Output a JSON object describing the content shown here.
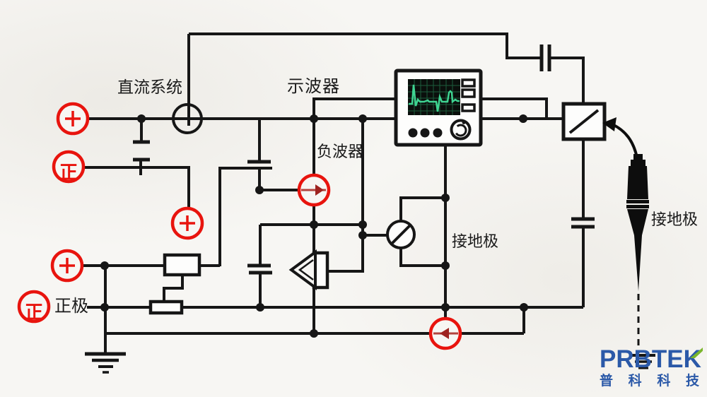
{
  "colors": {
    "background": "#f7f6f3",
    "wire": "#161616",
    "red_accent": "#e8140e",
    "arrow_red": "#9e2320",
    "screen_bg": "#0a0f0c",
    "screen_trace": "#3fd492",
    "logo_blue": "#2b59a8",
    "logo_green": "#7ab62c"
  },
  "labels": {
    "dc_system": "直流系统",
    "oscilloscope": "示波器",
    "negative_wave_device": "负波器",
    "ground_electrode_center": "接地极",
    "ground_electrode_probe": "接地极",
    "positive_pole": "正极",
    "positive_symbol_upper": "正",
    "positive_symbol_lower": "正"
  },
  "symbols": {
    "plus": "+"
  },
  "logo": {
    "brand": "PRBTEK",
    "company_cn": "普科科技"
  }
}
